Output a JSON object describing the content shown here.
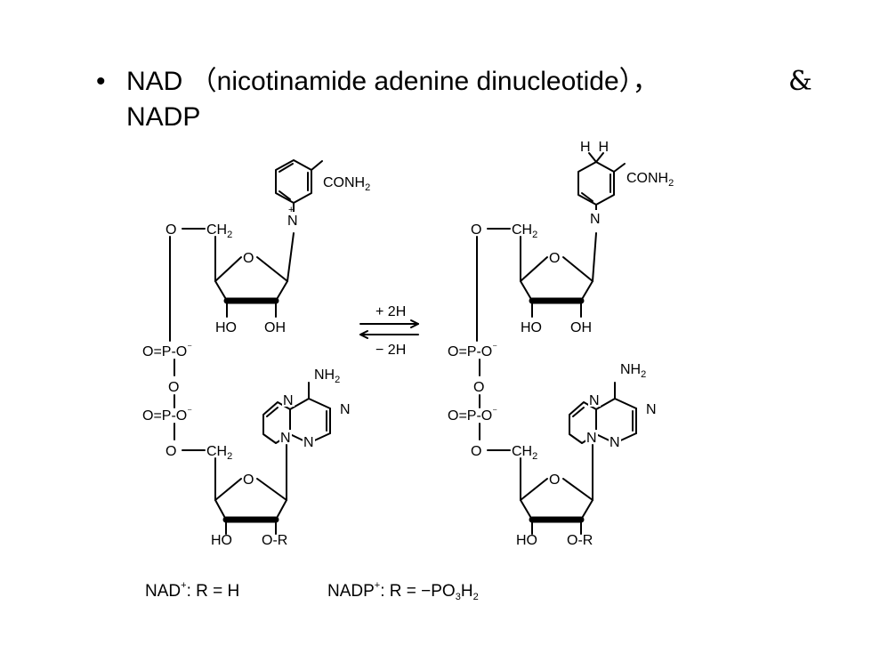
{
  "title": {
    "bullet": "•",
    "line1": "NAD （nicotinamide adenine dinucleotide），",
    "amp": "&",
    "line2": "NADP"
  },
  "left_molecule": {
    "carboxamide": "CONH",
    "subscript_2": "2",
    "ring_nitrogen": "N",
    "plus_charge": "+",
    "o_ch2_o": "O",
    "o_ch2_ch": "CH",
    "ring_oxygen": "O",
    "ho": "HO",
    "oh": "OH",
    "phosphate1": "O=P-O",
    "minus": "⁻",
    "bridge_o": "O",
    "phosphate2": "O=P-O",
    "lower_o": "O",
    "lower_ch": "CH",
    "nh2": "NH",
    "n1": "N",
    "n2": "N",
    "n3": "N",
    "n4": "N",
    "lower_ring_o": "O",
    "lower_ho": "HO",
    "o_r": "O-R"
  },
  "right_molecule": {
    "h_pair": "H  H",
    "carboxamide": "CONH",
    "subscript_2": "2",
    "ring_nitrogen": "N",
    "o_ch2_o": "O",
    "o_ch2_ch": "CH",
    "ring_oxygen": "O",
    "ho": "HO",
    "oh": "OH",
    "phosphate1": "O=P-O",
    "minus": "⁻",
    "bridge_o": "O",
    "phosphate2": "O=P-O",
    "lower_o": "O",
    "lower_ch": "CH",
    "nh2": "NH",
    "n1": "N",
    "n2": "N",
    "n3": "N",
    "n4": "N",
    "lower_ring_o": "O",
    "lower_ho": "HO",
    "o_r": "O-R"
  },
  "reaction": {
    "forward": "+ 2H",
    "reverse": "− 2H"
  },
  "caption": {
    "nad": "NAD",
    "nad_sup": "+",
    "nad_rest": ":  R = H",
    "nadp": "NADP",
    "nadp_sup": "+",
    "nadp_rest": ":  R = −PO",
    "po_sub": "3",
    "h": "H",
    "h_sub": "2"
  },
  "colors": {
    "text": "#000000",
    "background": "#ffffff"
  }
}
